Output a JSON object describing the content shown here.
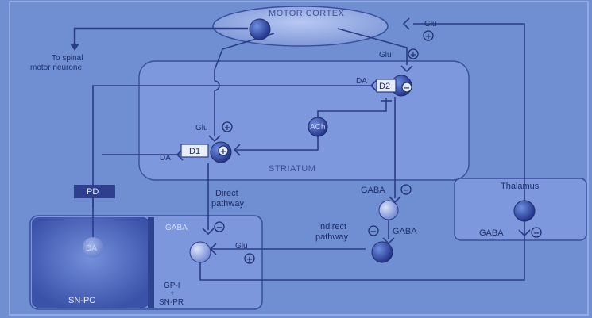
{
  "regions": {
    "motor_cortex": "MOTOR CORTEX",
    "striatum": "STRIATUM",
    "thalamus": "Thalamus",
    "sn_pc": "SN-PC",
    "gp_i": "GP-I",
    "plus_sign": "+",
    "sn_pr": "SN-PR"
  },
  "labels": {
    "to_spinal_1": "To spinal",
    "to_spinal_2": "motor neurone",
    "pd": "PD",
    "da_neuron": "DA",
    "ach": "ACh",
    "d1": "D1",
    "d2": "D2",
    "direct_1": "Direct",
    "direct_2": "pathway",
    "indirect_1": "Indirect",
    "indirect_2": "pathway"
  },
  "transmitters": {
    "glu_cortex_thal": "Glu",
    "glu_d2": "Glu",
    "glu_d1": "Glu",
    "glu_gpi": "Glu",
    "da_d2": "DA",
    "da_d1": "DA",
    "gaba_indirect_top": "GABA",
    "gaba_indirect_bottom": "GABA",
    "gaba_gpi": "GABA",
    "gaba_thalamus": "GABA"
  },
  "colors": {
    "background": "#6f8fd2",
    "line": "#2b3c86",
    "text": "#1f2f6a",
    "neuron": "#2a3f95"
  }
}
